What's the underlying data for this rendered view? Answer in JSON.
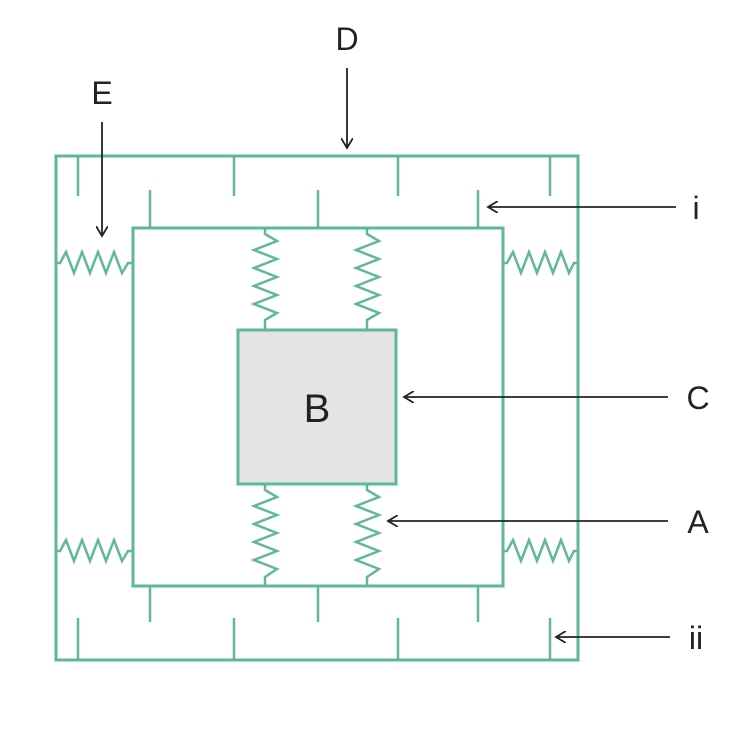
{
  "colors": {
    "frame": "#5fba94",
    "mass_fill": "#e4e4e4",
    "arrow": "#222222",
    "text": "#222222"
  },
  "labels": {
    "D": "D",
    "E": "E",
    "i": "i",
    "C": "C",
    "A": "A",
    "ii": "ii",
    "B": "B"
  }
}
